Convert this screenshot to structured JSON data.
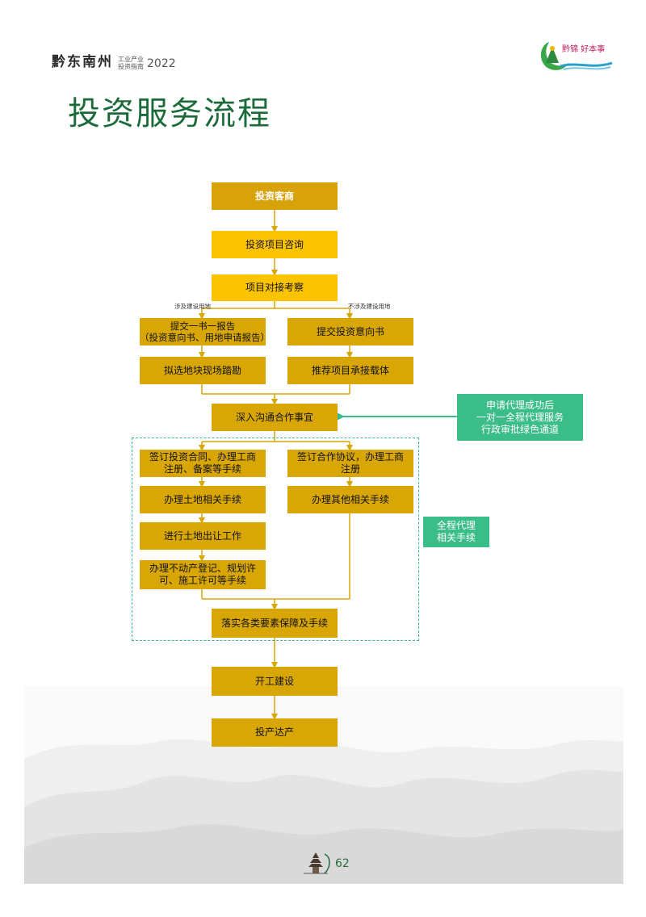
{
  "header": {
    "brand": "黔东南州",
    "brand_sub_line1": "工业产业",
    "brand_sub_line2": "投资指南",
    "year": "2022",
    "logo_text": "黔锦 好本事"
  },
  "page_title": "投资服务流程",
  "flow": {
    "n1": "投资客商",
    "n2": "投资项目咨询",
    "n3": "项目对接考察",
    "branch_left_label": "涉及建设用地",
    "branch_right_label": "不涉及建设用地",
    "l1": "提交一书一报告\n（投资意向书、用地申请报告）",
    "l2": "拟选地块现场踏勘",
    "r1": "提交投资意向书",
    "r2": "推荐项目承接载体",
    "n4": "深入沟通合作事宜",
    "green_note": "申请代理成功后\n一对一全程代理服务\n行政审批绿色通道",
    "proxy_label": "全程代理\n相关手续",
    "p1": "签订投资合同、办理工商\n注册、备案等手续",
    "p2": "办理土地相关手续",
    "p3": "进行土地出让工作",
    "p4": "办理不动产登记、规划许\n可、施工许可等手续",
    "q1": "签订合作协议，办理工商\n注册",
    "q2": "办理其他相关手续",
    "n5": "落实各类要素保障及手续",
    "n6": "开工建设",
    "n7": "投产达产"
  },
  "footer": {
    "page_number": "62"
  },
  "colors": {
    "box": "#d9a705",
    "box_bright": "#fbc300",
    "green": "#3bbd8a",
    "title": "#1b6b3a",
    "line": "#d9a705"
  }
}
